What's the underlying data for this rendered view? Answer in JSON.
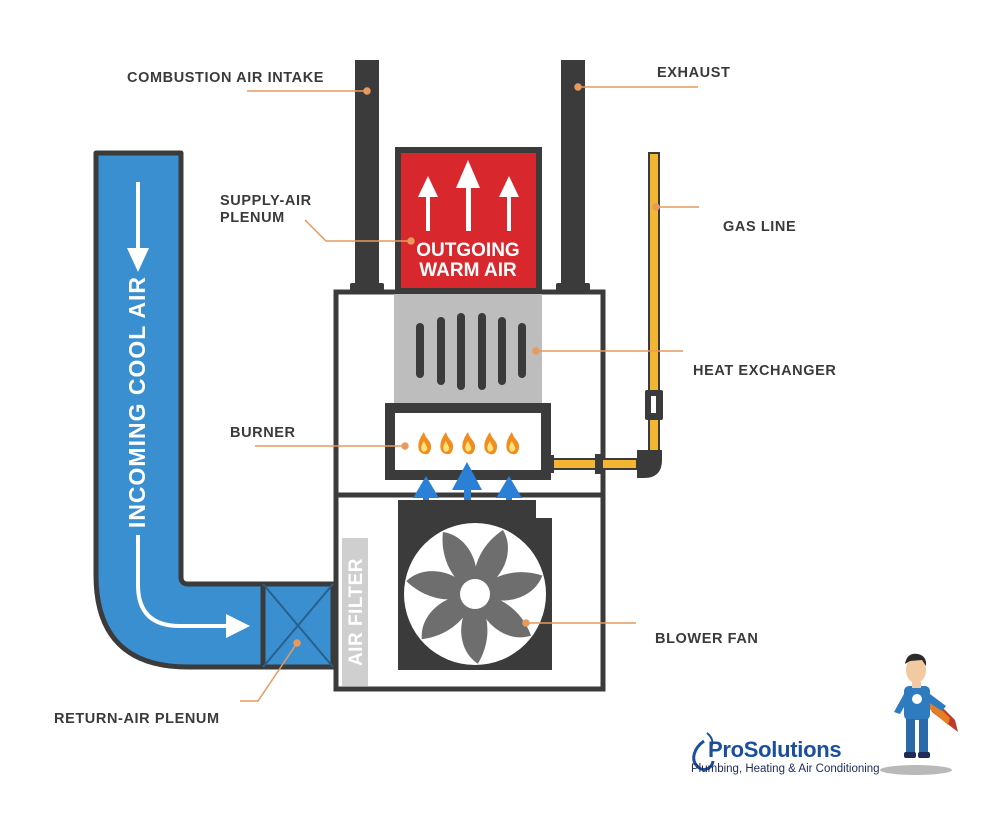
{
  "labels": {
    "combustion_air_intake": "COMBUSTION AIR INTAKE",
    "exhaust": "EXHAUST",
    "supply_air_plenum_line1": "SUPPLY-AIR",
    "supply_air_plenum_line2": "PLENUM",
    "gas_line": "GAS LINE",
    "heat_exchanger": "HEAT EXCHANGER",
    "burner": "BURNER",
    "blower_fan": "BLOWER FAN",
    "return_air_plenum": "RETURN-AIR PLENUM"
  },
  "inner_text": {
    "outgoing_line1": "OUTGOING",
    "outgoing_line2": "WARM AIR",
    "incoming_cool_air": "INCOMING COOL AIR",
    "air_filter": "AIR FILTER"
  },
  "logo": {
    "name": "ProSolutions",
    "tagline": "Plumbing, Heating & Air Conditioning"
  },
  "colors": {
    "duct_blue": "#3a8fd0",
    "outline_dark": "#3b3b3b",
    "supply_red": "#d9272e",
    "heat_exchanger_gray": "#bdbdbd",
    "gas_line_yellow": "#f2b632",
    "leader_orange": "#e89a5c",
    "flame_orange": "#f28c1e",
    "airflow_arrow_blue": "#2a7fd6",
    "filter_gray": "#cfcfcf",
    "label_text": "#3a3a3a",
    "logo_blue": "#1a4f9e"
  },
  "icons": [
    "fan-icon",
    "flame-icon",
    "airflow-arrow-icon",
    "mascot-icon",
    "logo-drop-icon"
  ]
}
